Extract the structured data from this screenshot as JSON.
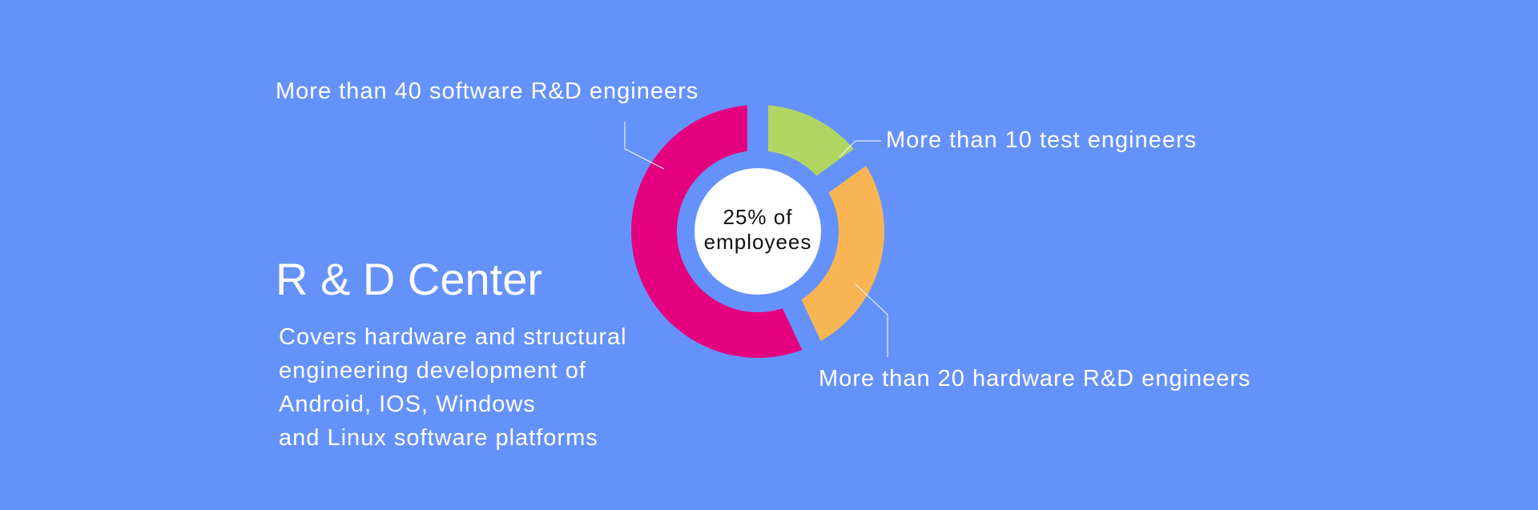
{
  "section": {
    "title": "R & D Center",
    "description_lines": [
      "Covers hardware and structural",
      "engineering development of",
      "Android, IOS, Windows",
      "and Linux software platforms"
    ]
  },
  "chart_data": {
    "type": "pie",
    "center_label": [
      "25% of",
      "employees"
    ],
    "slices": [
      {
        "label": "More than 40 software R&D engineers",
        "value": 57,
        "color": "#e5007f"
      },
      {
        "label": "More than 10 test engineers",
        "value": 15,
        "color": "#b1d563"
      },
      {
        "label": "More than 20 hardware R&D engineers",
        "value": 28,
        "color": "#f9b554"
      }
    ],
    "center_color": "#ffffff"
  }
}
